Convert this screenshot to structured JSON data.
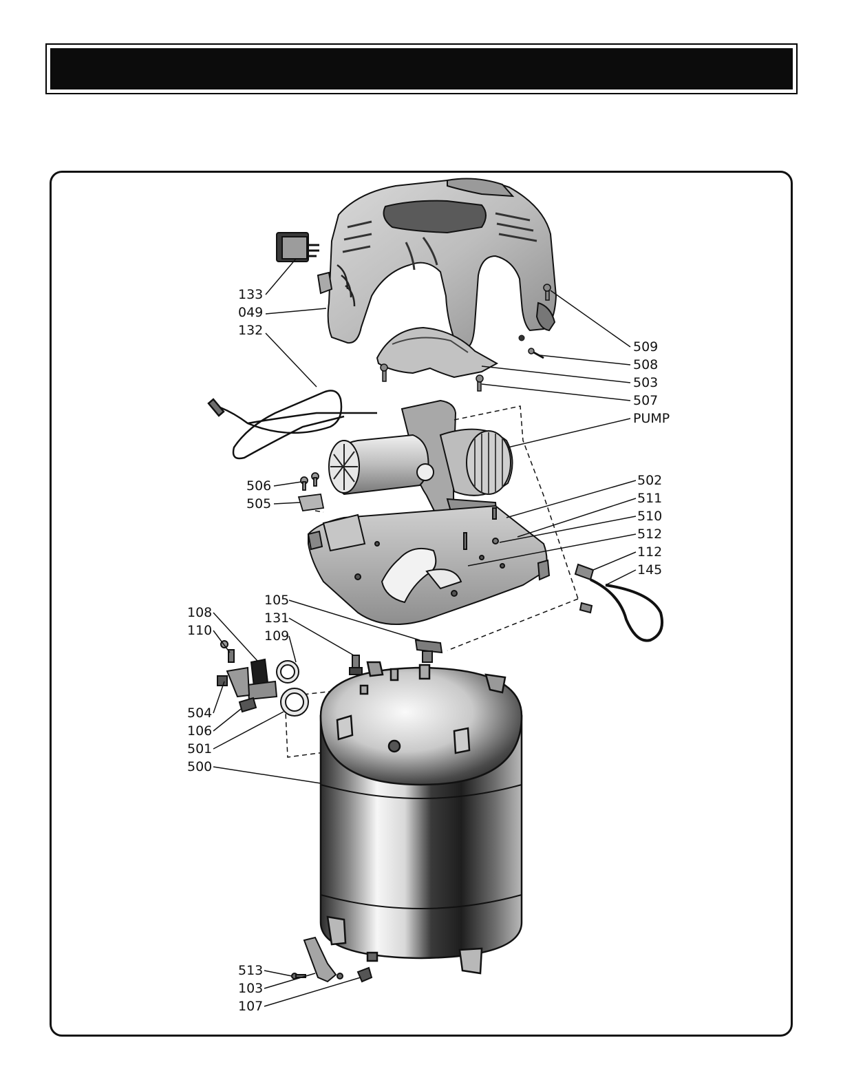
{
  "header": {
    "title": ""
  },
  "part_labels": {
    "p133": "133",
    "p049": "049",
    "p132": "132",
    "p509": "509",
    "p508": "508",
    "p503": "503",
    "p507": "507",
    "pump": "PUMP",
    "p506": "506",
    "p505": "505",
    "p502": "502",
    "p511": "511",
    "p510": "510",
    "p512": "512",
    "p112": "112",
    "p145": "145",
    "p105": "105",
    "p131": "131",
    "p109": "109",
    "p108": "108",
    "p110": "110",
    "p504": "504",
    "p106": "106",
    "p501": "501",
    "p500": "500",
    "p513": "513",
    "p103": "103",
    "p107": "107"
  },
  "colors": {
    "frame": "#111111",
    "header_fill": "#0c0c0c",
    "metal_light": "#f4f4f4",
    "metal_dark": "#2a2a2a"
  }
}
